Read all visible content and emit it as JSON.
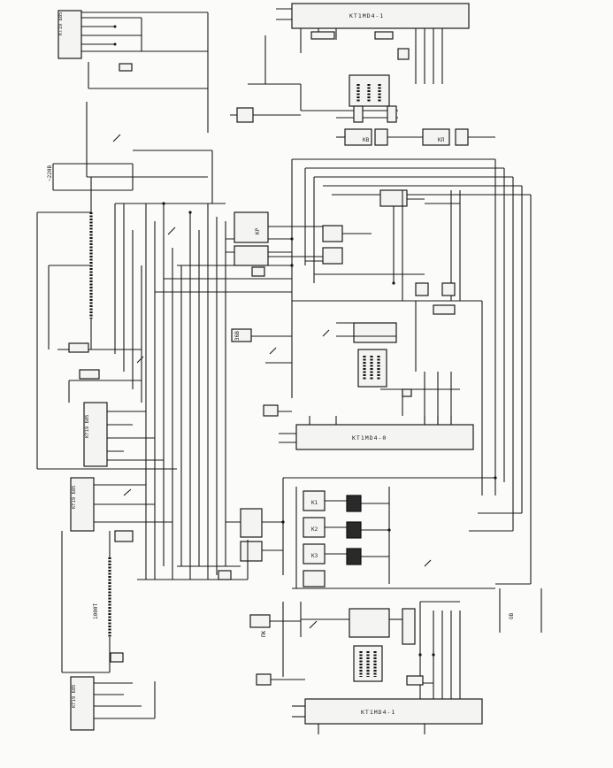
{
  "diagram": {
    "module_top": "KT1MD4-1",
    "module_mid": "KT1MD4-0",
    "module_bottom": "KT1MD4-1",
    "labels": [
      "КТ19 Б85",
      "КТ19 Б85",
      "КТ19 Б85",
      "КТ19 Б85",
      "КР",
      "КВ",
      "К1",
      "К2",
      "КЗ",
      "КЛ",
      "~220В",
      "36В",
      "1000Т",
      "ОВ",
      "ПК"
    ]
  }
}
